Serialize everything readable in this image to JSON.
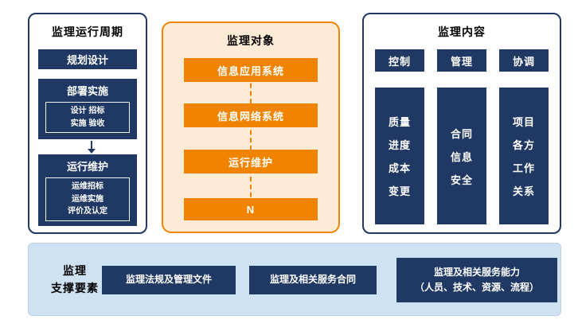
{
  "colors": {
    "navy": "#1F3864",
    "orange": "#F08300",
    "orange_bg": "#FDEBD5",
    "lightblue": "#CFE2F3"
  },
  "cycle": {
    "title": "监理运行周期",
    "plan": "规划设计",
    "deploy": {
      "title": "部署实施",
      "lines": [
        "设计 招标",
        "实施 验收"
      ]
    },
    "maintain": {
      "title": "运行维护",
      "lines": [
        "运维招标",
        "运维实施",
        "评价及认定"
      ]
    }
  },
  "objects": {
    "title": "监理对象",
    "items": [
      "信息应用系统",
      "信息网络系统",
      "运行维护",
      "N"
    ]
  },
  "content": {
    "title": "监理内容",
    "columns": [
      {
        "header": "控制",
        "lines": [
          "质量",
          "进度",
          "成本",
          "变更"
        ]
      },
      {
        "header": "管理",
        "lines": [
          "合同",
          "信息",
          "安全"
        ]
      },
      {
        "header": "协调",
        "lines": [
          "项目",
          "各方",
          "工作",
          "关系"
        ]
      }
    ]
  },
  "support": {
    "title_line1": "监理",
    "title_line2": "支撑要素",
    "items": [
      {
        "line1": "监理法规及管理文件",
        "line2": ""
      },
      {
        "line1": "监理及相关服务合同",
        "line2": ""
      },
      {
        "line1": "监理及相关服务能力",
        "line2": "（人员、技术、资源、流程）"
      }
    ]
  }
}
